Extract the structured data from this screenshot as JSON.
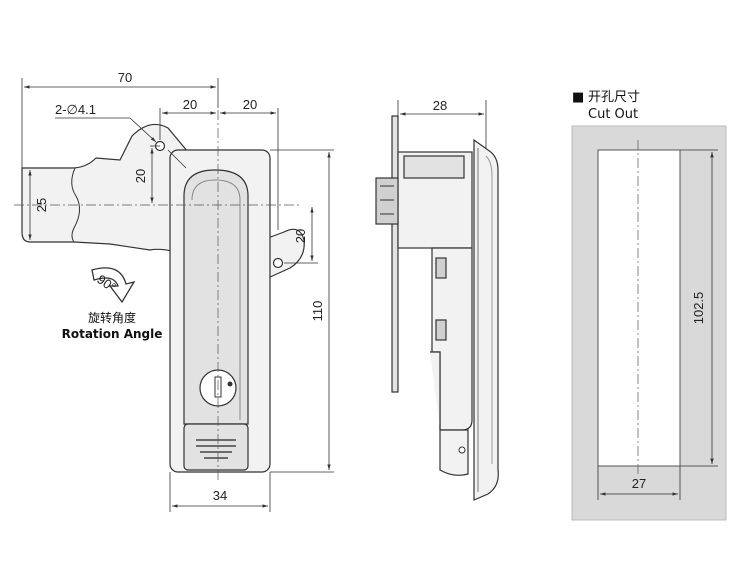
{
  "front_view": {
    "dim_overall_width": "70",
    "dim_hole_spec": "2-∅4.1",
    "dim_hole_offset_left": "20",
    "dim_hole_offset_right": "20",
    "dim_hole_vertical_upper": "20",
    "dim_hole_vertical_lower": "20",
    "dim_handle_width": "25",
    "dim_body_height": "110",
    "dim_body_width": "34",
    "rotation_angle_value": "90°",
    "rotation_label_cn": "旋转角度",
    "rotation_label_en": "Rotation Angle"
  },
  "side_view": {
    "dim_depth": "28"
  },
  "cutout": {
    "title_marker": "■",
    "title_cn": "开孔尺寸",
    "title_en": "Cut Out",
    "dim_height": "102.5",
    "dim_width": "27"
  },
  "colors": {
    "panel_fill": "#d9d9d9",
    "cutout_fill": "#ffffff",
    "line": "#333333"
  }
}
